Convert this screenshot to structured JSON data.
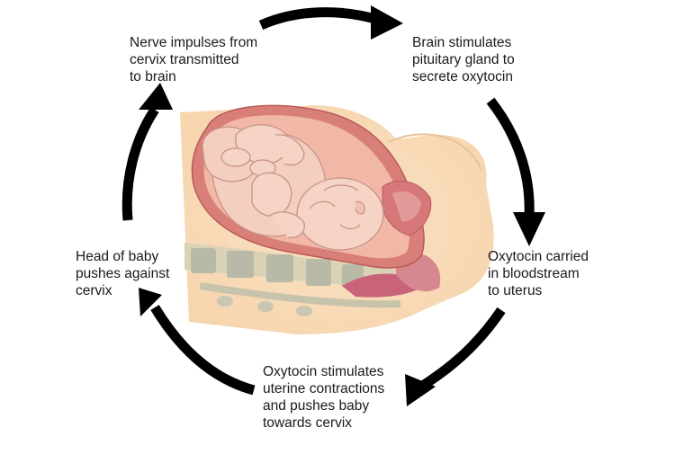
{
  "diagram": {
    "steps": [
      {
        "id": "nerve",
        "lines": [
          "Nerve impulses from",
          "cervix transmitted",
          "to brain"
        ]
      },
      {
        "id": "brain",
        "lines": [
          "Brain stimulates",
          "pituitary gland to",
          "secrete oxytocin"
        ]
      },
      {
        "id": "blood",
        "lines": [
          "Oxytocin carried",
          "in bloodstream",
          "to uterus"
        ]
      },
      {
        "id": "contract",
        "lines": [
          "Oxytocin stimulates",
          "uterine contractions",
          "and pushes baby",
          "towards cervix"
        ]
      },
      {
        "id": "head",
        "lines": [
          "Head of baby",
          "pushes against",
          "cervix"
        ]
      }
    ]
  },
  "colors": {
    "arrow": "#000000",
    "skin": "#f7d9b5",
    "uterus_wall": "#d98078",
    "amniotic": "#f2b9a9",
    "baby": "#f4cfc0",
    "bone": "#b7b7a5"
  }
}
